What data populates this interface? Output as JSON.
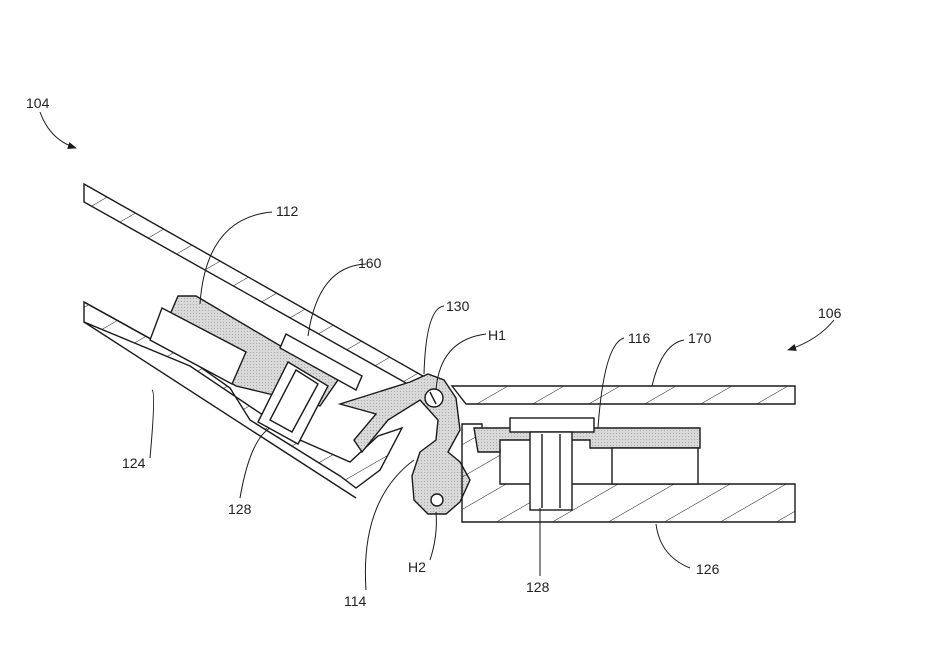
{
  "colors": {
    "line": "#1a1a1a",
    "fill": "#d9d9d9",
    "background": "#ffffff"
  },
  "labels": {
    "device": "104",
    "device_right": "106",
    "part_112": "112",
    "part_160": "160",
    "part_130": "130",
    "hinge_h1": "H1",
    "part_116": "116",
    "part_170": "170",
    "part_124": "124",
    "part_128_left": "128",
    "part_114": "114",
    "hinge_h2": "H2",
    "part_128_right": "128",
    "part_126": "126"
  }
}
